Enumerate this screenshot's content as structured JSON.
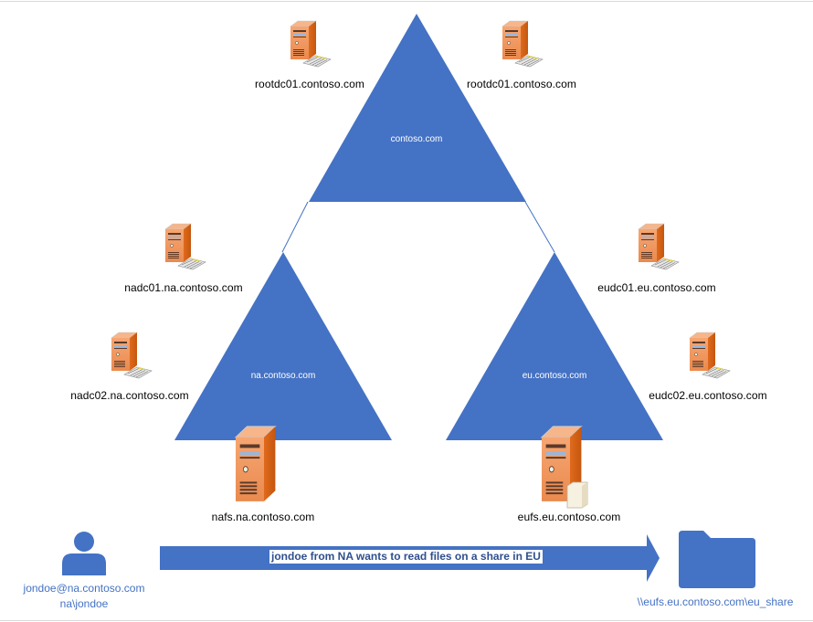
{
  "colors": {
    "domain_blue": "#4472c4",
    "server_orange": "#e8782f",
    "label_text": "#000000",
    "user_text": "#4472c4"
  },
  "domains": {
    "root": {
      "label": "contoso.com",
      "icon": "triangle-domain"
    },
    "na": {
      "label": "na.contoso.com",
      "icon": "triangle-domain"
    },
    "eu": {
      "label": "eu.contoso.com",
      "icon": "triangle-domain"
    }
  },
  "servers": {
    "rootdc_left": {
      "label": "rootdc01.contoso.com",
      "icon": "domain-controller-icon"
    },
    "rootdc_right": {
      "label": "rootdc01.contoso.com",
      "icon": "domain-controller-icon"
    },
    "nadc01": {
      "label": "nadc01.na.contoso.com",
      "icon": "domain-controller-icon"
    },
    "nadc02": {
      "label": "nadc02.na.contoso.com",
      "icon": "domain-controller-icon"
    },
    "eudc01": {
      "label": "eudc01.eu.contoso.com",
      "icon": "domain-controller-icon"
    },
    "eudc02": {
      "label": "eudc02.eu.contoso.com",
      "icon": "domain-controller-icon"
    },
    "nafs": {
      "label": "nafs.na.contoso.com",
      "icon": "file-server-icon"
    },
    "eufs": {
      "label": "eufs.eu.contoso.com",
      "icon": "file-server-with-folder-icon"
    }
  },
  "user": {
    "upn": "jondoe@na.contoso.com",
    "sam": "na\\jondoe",
    "icon": "user-icon"
  },
  "arrow": {
    "label": "jondoe from NA wants to read files on a share in EU",
    "icon": "right-arrow"
  },
  "share": {
    "path": "\\\\eufs.eu.contoso.com\\eu_share",
    "icon": "folder-icon"
  }
}
